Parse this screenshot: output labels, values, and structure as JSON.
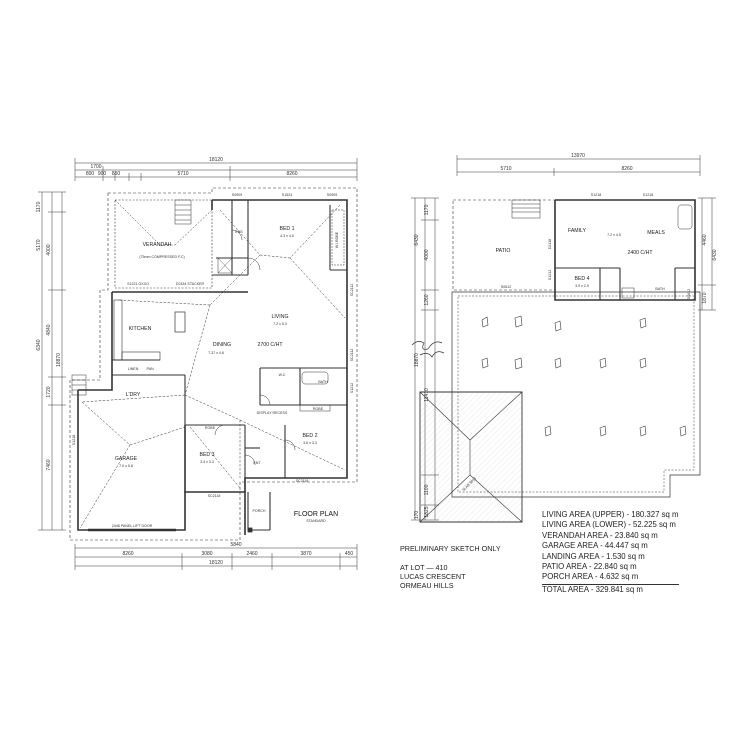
{
  "ground_floor": {
    "title": "FLOOR PLAN",
    "subtitle": "STANDARD",
    "overall_width_top": "18120",
    "overall_width_bottom": "18120",
    "top_dims": [
      "1700",
      "800",
      "900",
      "850",
      "5710",
      "8260"
    ],
    "bottom_dims": [
      "8260",
      "3080",
      "2460",
      "3870",
      "450"
    ],
    "bottom_mid_dim": "5840",
    "left_dims": [
      "1170",
      "5170",
      "4000",
      "4840",
      "6340",
      "1720",
      "7460"
    ],
    "left_overall": "18870",
    "ceiling_label": "2700 C/HT",
    "garage_door": "2446 PANEL LIFT DOOR",
    "windows": [
      "S1221 GXXO",
      "D2434 STACKER",
      "S0909",
      "S1524",
      "S0909",
      "SC2112",
      "SC2112",
      "S1212",
      "SC2118",
      "SC2118",
      "S1218"
    ],
    "rooms": {
      "verandah": "VERANDAH",
      "verandah_note": "(75mm COMPRESSED F.C)",
      "bed1": "BED 1",
      "bed1_size": "4.3 x 4.0",
      "ens": "ENS",
      "wir": "W.I.ROBE",
      "kitchen": "KITCHEN",
      "living": "LIVING",
      "living_size": "7.2 x 5.3",
      "dining": "DINING",
      "dining_size": "7.37 x 4.6",
      "ldry": "L'DRY",
      "wc": "W.C",
      "bath": "BATH",
      "robe": "ROBE",
      "linen": "LINEN",
      "pantry": "PAN",
      "bed2": "BED 2",
      "bed2_size": "3.6 x 3.3",
      "bed3": "BED 3",
      "bed3_size": "3.4 x 3.3",
      "garage": "GARAGE",
      "garage_size": "7.0 x 5.8",
      "ent": "ENT",
      "porch": "PORCH",
      "display_recess": "DISPLAY RECESS"
    }
  },
  "upper_floor": {
    "overall_width": "13970",
    "top_dims": [
      "5710",
      "8260"
    ],
    "left_dims": [
      "1170",
      "4000",
      "6430",
      "1260",
      "11410",
      "18870",
      "1100",
      "1825",
      "170"
    ],
    "right_dims": [
      "4460",
      "6430",
      "1870"
    ],
    "windows": [
      "S1218",
      "S1218",
      "D2118",
      "S1212",
      "S0612",
      "S0612"
    ],
    "ceiling_label": "2400 C/HT",
    "rooms": {
      "patio": "PATIO",
      "family": "FAMILY",
      "meals": "MEALS",
      "family_size": "7.2 x 4.5",
      "bed4": "BED 4",
      "bed4_size": "3.9 x 2.9",
      "bath": "BATH",
      "slab": "SLAB 9013"
    }
  },
  "notes": {
    "sketch": "PRELIMINARY SKETCH ONLY",
    "lot": "AT LOT — 410",
    "street": "LUCAS CRESCENT",
    "suburb": "ORMEAU HILLS"
  },
  "areas": [
    "LIVING AREA (UPPER) - 180.327 sq m",
    "LIVING AREA (LOWER) - 52.225 sq m",
    "VERANDAH AREA - 23.840 sq m",
    "GARAGE AREA - 44.447 sq m",
    "LANDING AREA - 1.530 sq m",
    "PATIO AREA - 22.840 sq m",
    "PORCH AREA - 4.632 sq m"
  ],
  "total_area": "TOTAL AREA - 329.841 sq m"
}
